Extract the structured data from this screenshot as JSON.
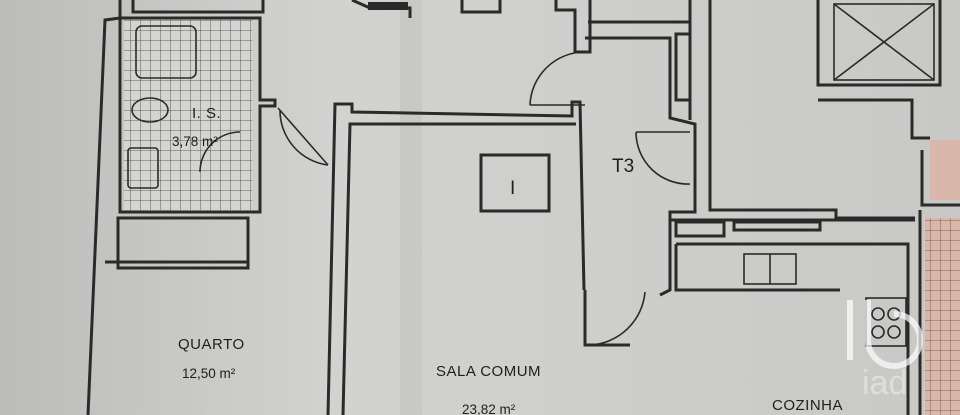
{
  "rooms": {
    "wc": {
      "name": "I. S.",
      "area": "3,78 m²"
    },
    "quarto": {
      "name": "QUARTO",
      "area": "12,50 m²"
    },
    "sala": {
      "name": "SALA COMUM",
      "area": "23,82 m²"
    },
    "cozinha": {
      "name": "COZINHA"
    }
  },
  "unit_type": "T3",
  "window_marker": "I",
  "watermark": "iad",
  "colors": {
    "paper": "#cfcfcd",
    "wall": "#2a2a2a",
    "tile_pink": "#d9b7aa"
  }
}
